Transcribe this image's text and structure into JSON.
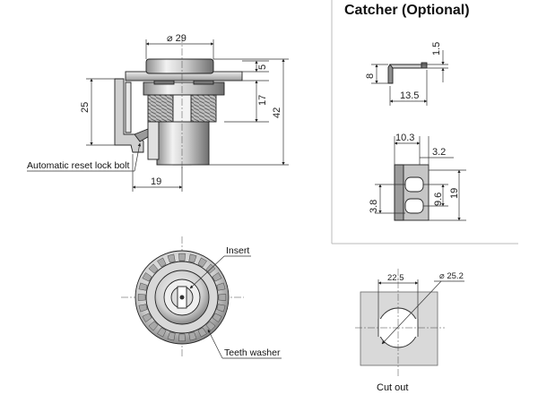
{
  "title": "Catcher (Optional)",
  "lock_side_view": {
    "dims": {
      "diameter": "⌀ 29",
      "flange_thickness": "5",
      "thread_length": "17",
      "overall_height": "42",
      "bracket_height": "25",
      "body_width": "19"
    },
    "label_bolt": "Automatic reset lock bolt"
  },
  "catcher": {
    "side_dims": {
      "thickness": "1.5",
      "height": "8",
      "length": "13.5"
    },
    "front_dims": {
      "top_width": "10.3",
      "offset": "3.2",
      "slot_left": "3.8",
      "slot_pitch": "9.6",
      "height": "19"
    }
  },
  "front_view": {
    "label_insert": "Insert",
    "label_teeth_washer": "Teeth washer"
  },
  "cutout": {
    "dims": {
      "width": "22.5",
      "diameter": "⌀ 25.2"
    },
    "caption": "Cut out"
  },
  "colors": {
    "line": "#222222",
    "metal_light": "#e6e6e6",
    "metal_mid": "#b5b5b5",
    "metal_dark": "#7a7a7a",
    "cutout_fill": "#d9d9d9"
  }
}
